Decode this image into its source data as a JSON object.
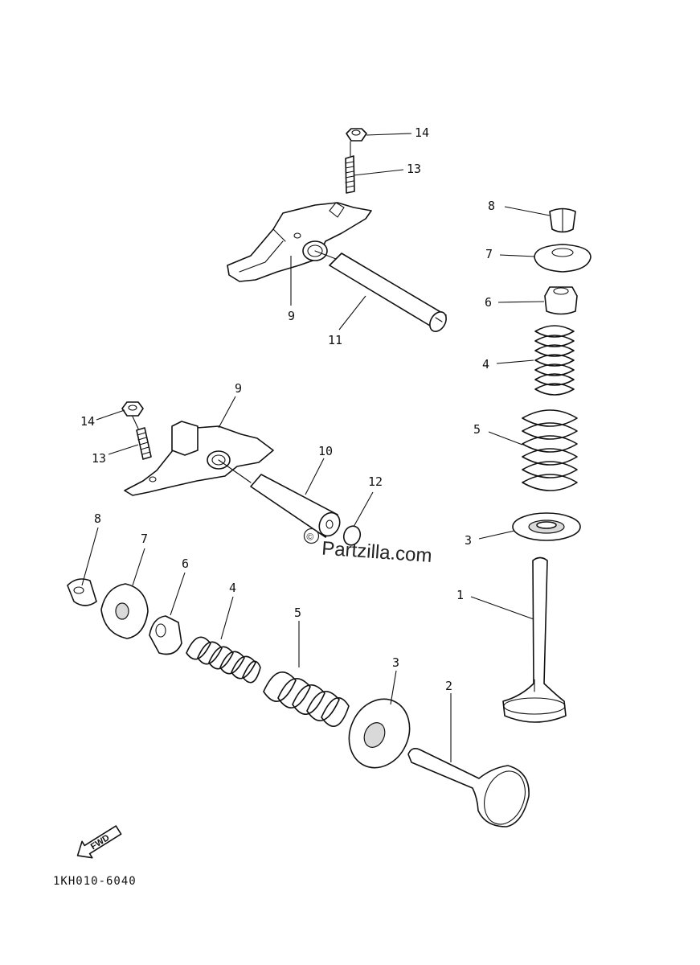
{
  "diagram": {
    "callouts": {
      "n14_top": "14",
      "n13_top": "13",
      "n9_top": "9",
      "n11": "11",
      "n9_left": "9",
      "n14_left": "14",
      "n13_left": "13",
      "n10": "10",
      "n12": "12",
      "n8_right": "8",
      "n7_right": "7",
      "n6_right": "6",
      "n4_right": "4",
      "n5_right": "5",
      "n3_right": "3",
      "n1": "1",
      "n8_left": "8",
      "n7_left": "7",
      "n6_left": "6",
      "n4_left": "4",
      "n5_left": "5",
      "n3_left": "3",
      "n2": "2"
    },
    "diagram_code": "1KH010-6040",
    "forward_arrow": "FWD",
    "watermark": "Partzilla.com",
    "watermark_symbol": "©"
  }
}
